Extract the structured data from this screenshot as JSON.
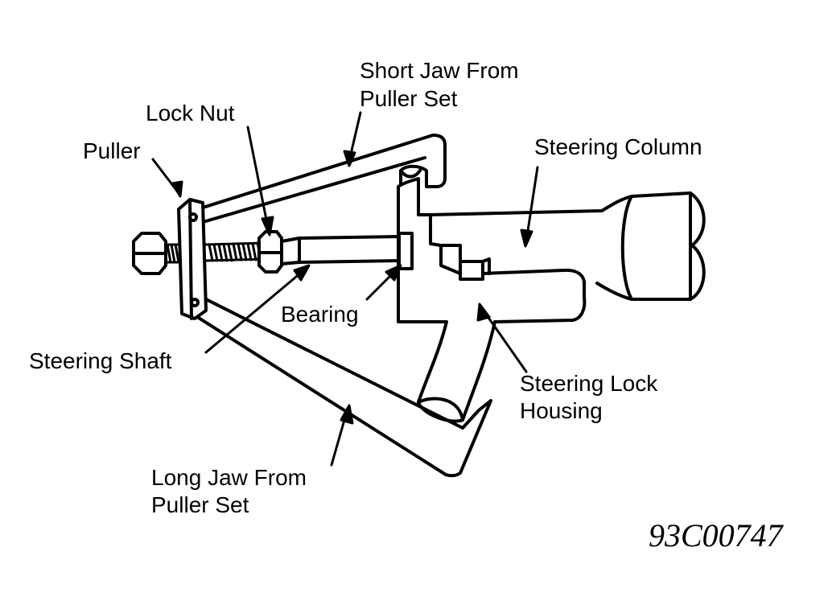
{
  "labels": {
    "short_jaw_line1": "Short Jaw From",
    "short_jaw_line2": "Puller Set",
    "lock_nut": "Lock Nut",
    "puller": "Puller",
    "steering_column": "Steering Column",
    "bearing": "Bearing",
    "steering_shaft": "Steering Shaft",
    "steering_lock_line1": "Steering Lock",
    "steering_lock_line2": "Housing",
    "long_jaw_line1": "Long Jaw From",
    "long_jaw_line2": "Puller Set"
  },
  "figure_id": "93C00747",
  "colors": {
    "ink": "#000000",
    "paper": "#ffffff"
  }
}
